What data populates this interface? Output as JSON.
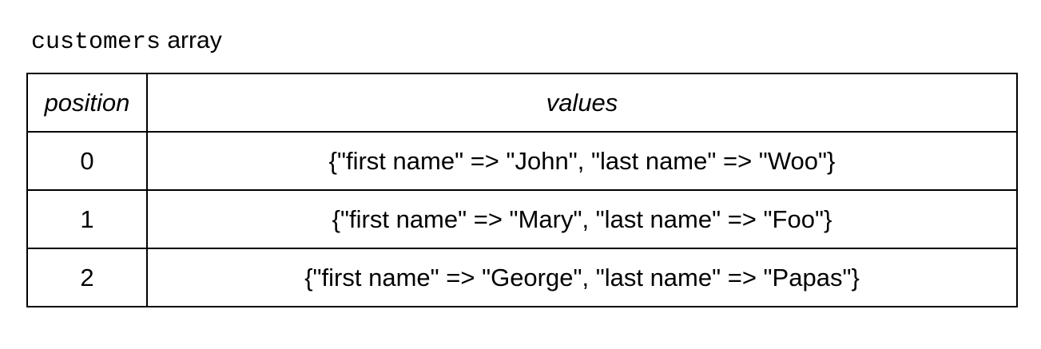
{
  "caption": {
    "code": "customers",
    "text": " array"
  },
  "table": {
    "headers": [
      "position",
      "values"
    ],
    "rows": [
      {
        "position": "0",
        "value": "{\"first name\" => \"John\", \"last name\" => \"Woo\"}"
      },
      {
        "position": "1",
        "value": "{\"first name\" => \"Mary\", \"last name\" => \"Foo\"}"
      },
      {
        "position": "2",
        "value": "{\"first name\" => \"George\", \"last name\" => \"Papas\"}"
      }
    ]
  }
}
